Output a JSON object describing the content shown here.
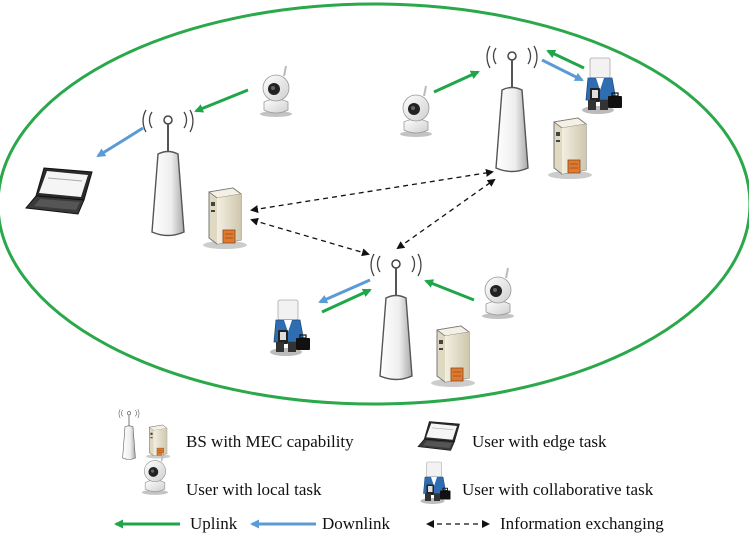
{
  "legend": {
    "bs": "BS with MEC capability",
    "edge_user": "User with edge task",
    "local_user": "User with local task",
    "collab_user": "User with collaborative task",
    "uplink": "Uplink",
    "downlink": "Downlink",
    "info": "Information exchanging"
  },
  "colors": {
    "uplink": "#1fa64a",
    "downlink": "#5b9bd5",
    "info": "#111111",
    "cell_border": "#2aa84a"
  },
  "icons": {
    "bs": "antenna-tower-icon",
    "server": "server-icon",
    "camera": "camera-icon",
    "laptop": "laptop-icon",
    "person": "person-icon"
  }
}
